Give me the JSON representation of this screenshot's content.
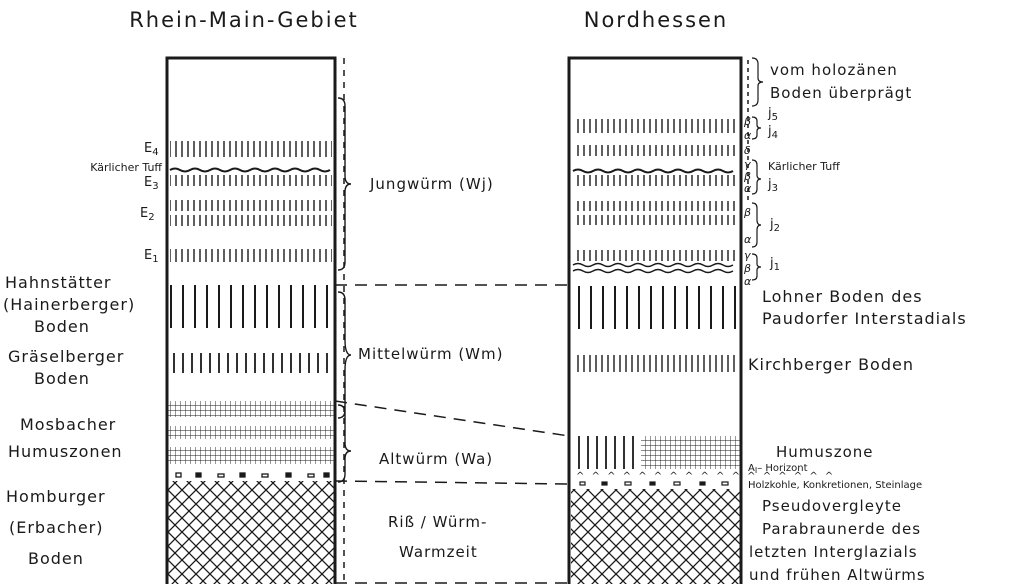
{
  "headers": {
    "left": "Rhein-Main-Gebiet",
    "right": "Nordhessen"
  },
  "left_labels": {
    "e4": "E",
    "e4_sub": "4",
    "kaerlicher": "Kärlicher Tuff",
    "e3": "E",
    "e3_sub": "3",
    "e2": "E",
    "e2_sub": "2",
    "e1": "E",
    "e1_sub": "1",
    "hahn1": "Hahnstätter",
    "hahn2": "(Hainerberger)",
    "hahn3": "Boden",
    "gras1": "Gräselberger",
    "gras2": "Boden",
    "mos1": "Mosbacher",
    "mos2": "Humuszonen",
    "hom1": "Homburger",
    "hom2": "(Erbacher)",
    "hom3": "Boden"
  },
  "middle_labels": {
    "wj": "Jungwürm (Wj)",
    "wm": "Mittelwürm (Wm)",
    "wa": "Altwürm (Wa)",
    "riss1": "Riß / Würm-",
    "riss2": "Warmzeit"
  },
  "right_labels": {
    "holo1": "vom holozänen",
    "holo2": "Boden überprägt",
    "j5": "j",
    "j5_sub": "5",
    "j4": "j",
    "j4_sub": "4",
    "kaerlicher": "Kärlicher Tuff",
    "j3": "j",
    "j3_sub": "3",
    "j2": "j",
    "j2_sub": "2",
    "j1": "j",
    "j1_sub": "1",
    "lohner1": "Lohner Boden des",
    "lohner2": "Paudorfer Interstadials",
    "kirch": "Kirchberger Boden",
    "humus": "Humuszone",
    "ah": "A",
    "ah_sub": "I",
    "ah_rest": "– Horizont",
    "holz": "Holzkohle, Konkretionen, Steinlage",
    "pseudo1": "Pseudovergleyte",
    "pseudo2": "Parabraunerde des",
    "pseudo3": "letzten Interglazials",
    "pseudo4": "und frühen Altwürms"
  },
  "greek": {
    "b_j5": "β",
    "a_j4": "α",
    "g_top": "γ",
    "d": "δ",
    "g_tuff": "γ",
    "b_tuff": "β",
    "a_j3": "α",
    "b_j2": "β",
    "a_j2": "α",
    "g_j1": "γ",
    "b_j1": "β",
    "a_j1": "α"
  }
}
